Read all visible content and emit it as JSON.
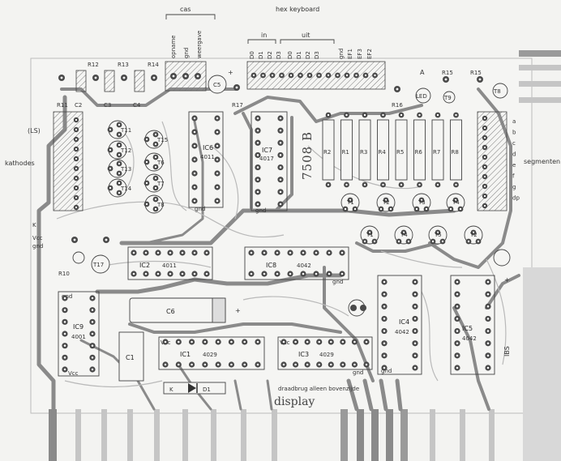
{
  "labels": {
    "cas": "cas",
    "hex_keyboard": "hex keyboard",
    "opname": "opname",
    "gnd": "gnd",
    "weergave": "weergave",
    "in": "in",
    "uit": "uit",
    "d0": "D0",
    "d1": "D1",
    "d2": "D2",
    "d3": "D3",
    "ef1": "EF1",
    "ef3": "EF3",
    "ef2": "EF2",
    "ls": "(LS)",
    "kathodes": "kathodes",
    "segmenten": "segmenten",
    "board_no": "7508 B",
    "draadbrug": "draadbrug alleen bovenzijde",
    "display": "display",
    "vcc": "Vcc",
    "gnd_net": "gnd",
    "plus": "+",
    "a": "A",
    "k": "K",
    "ibs": "IBS"
  },
  "components": {
    "r11": "R11",
    "r12": "R12",
    "r13": "R13",
    "r14": "R14",
    "r15": "R15",
    "r16": "R16",
    "r17": "R17",
    "r10": "R10",
    "c2": "C2",
    "c3": "C3",
    "c4": "C4",
    "c5": "C5",
    "c6": "C6",
    "c1": "C1",
    "ic2": "IC2",
    "ic2_t": "4011",
    "ic6": "IC6",
    "ic6_t": "4011",
    "ic7": "IC7",
    "ic7_t": "4017",
    "ic8": "IC8",
    "ic8_t": "4042",
    "ic9": "IC9",
    "ic9_t": "4001",
    "ic1": "IC1",
    "ic1_t": "4029",
    "ic3": "IC3",
    "ic3_t": "4029",
    "ic4": "IC4",
    "ic4_t": "4042",
    "ic5": "IC5",
    "ic5_t": "4042",
    "d1": "D1",
    "led": "LED",
    "t1": "T1",
    "t2": "T2",
    "t3": "T3",
    "t4": "T4",
    "t5": "T5",
    "t6": "T6",
    "t7": "T7",
    "t8": "T8",
    "t9": "T9",
    "t10": "T10",
    "t11": "T11",
    "t12": "T12",
    "t13": "T13",
    "t14": "T14",
    "t15": "T15",
    "t17": "T17",
    "r_list": [
      "R2",
      "R1",
      "R3",
      "R4",
      "R5",
      "R6",
      "R7",
      "R8"
    ],
    "seg_letters": [
      "a",
      "b",
      "c",
      "d",
      "e",
      "f",
      "g",
      "dp"
    ]
  },
  "colors": {
    "board": "#f3f3f1",
    "trace": "#8a8a8a",
    "pad": "#4a4a4a",
    "ink": "#333333"
  }
}
